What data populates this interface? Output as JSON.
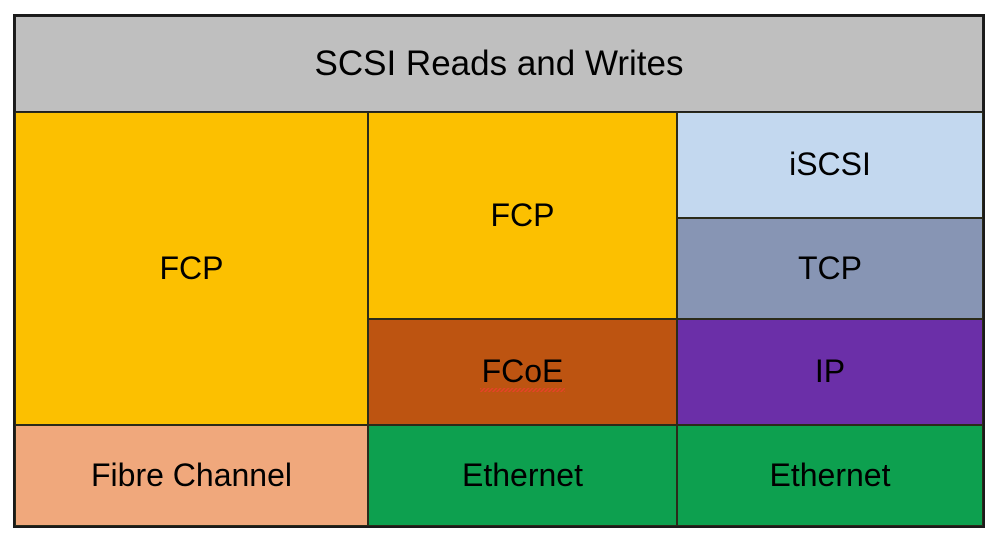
{
  "diagram": {
    "title": "SCSI Reads and Writes",
    "type": "protocol-stack-comparison",
    "header": {
      "label": "SCSI Reads and Writes",
      "color": "#bfbfbf"
    },
    "columns": [
      {
        "name": "fibre-channel-stack",
        "layers": [
          {
            "label": "FCP",
            "color": "#fcc000",
            "spellcheck_error": false
          },
          {
            "label": "Fibre Channel",
            "color": "#f0a87c",
            "spellcheck_error": false
          }
        ]
      },
      {
        "name": "fcoe-stack",
        "layers": [
          {
            "label": "FCP",
            "color": "#fcc000",
            "spellcheck_error": false
          },
          {
            "label": "FCoE",
            "color": "#bd5411",
            "spellcheck_error": true
          },
          {
            "label": "Ethernet",
            "color": "#0da04f",
            "spellcheck_error": false
          }
        ]
      },
      {
        "name": "iscsi-stack",
        "layers": [
          {
            "label": "iSCSI",
            "color": "#c3d8ef",
            "spellcheck_error": false
          },
          {
            "label": "TCP",
            "color": "#8795b4",
            "spellcheck_error": false
          },
          {
            "label": "IP",
            "color": "#6b2fa8",
            "spellcheck_error": false
          },
          {
            "label": "Ethernet",
            "color": "#0da04f",
            "spellcheck_error": false
          }
        ]
      }
    ],
    "colors": {
      "header_gray": "#bfbfbf",
      "fcp_yellow": "#fcc000",
      "fibre_channel_peach": "#f0a87c",
      "fcoe_brown": "#bd5411",
      "ethernet_green": "#0da04f",
      "iscsi_light_blue": "#c3d8ef",
      "tcp_slate": "#8795b4",
      "ip_purple": "#6b2fa8",
      "border_black": "#1f1f1f",
      "text_black": "#000000",
      "spellcheck_red": "#e8402a"
    }
  }
}
